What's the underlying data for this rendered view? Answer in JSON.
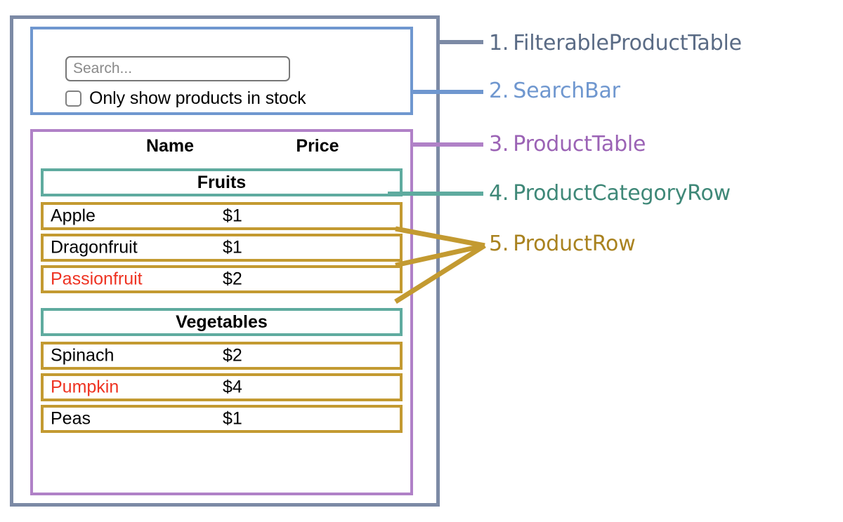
{
  "diagram": {
    "title": "React component hierarchy diagram",
    "colors": {
      "filterable_product_table": "#7c8aa5",
      "search_bar": "#6f97cf",
      "product_table": "#b081c7",
      "product_category_row": "#5fab9f",
      "product_row": "#c39a31",
      "out_of_stock_text": "#ee3322",
      "label_1": "#5a6b85",
      "label_2": "#6f97cf",
      "label_3": "#9b63b5",
      "label_4": "#3f8878",
      "label_5": "#a9821f"
    }
  },
  "search_bar": {
    "input_placeholder": "Search...",
    "input_value": "",
    "checkbox_label": "Only show products in stock",
    "checkbox_checked": false
  },
  "product_table": {
    "columns": [
      "Name",
      "Price"
    ],
    "groups": [
      {
        "category": "Fruits",
        "products": [
          {
            "name": "Apple",
            "price": "$1",
            "in_stock": true
          },
          {
            "name": "Dragonfruit",
            "price": "$1",
            "in_stock": true
          },
          {
            "name": "Passionfruit",
            "price": "$2",
            "in_stock": false
          }
        ]
      },
      {
        "category": "Vegetables",
        "products": [
          {
            "name": "Spinach",
            "price": "$2",
            "in_stock": true
          },
          {
            "name": "Pumpkin",
            "price": "$4",
            "in_stock": false
          },
          {
            "name": "Peas",
            "price": "$1",
            "in_stock": true
          }
        ]
      }
    ]
  },
  "legend": [
    {
      "number": "1.",
      "name": "FilterableProductTable"
    },
    {
      "number": "2.",
      "name": "SearchBar"
    },
    {
      "number": "3.",
      "name": "ProductTable"
    },
    {
      "number": "4.",
      "name": "ProductCategoryRow"
    },
    {
      "number": "5.",
      "name": "ProductRow"
    }
  ]
}
